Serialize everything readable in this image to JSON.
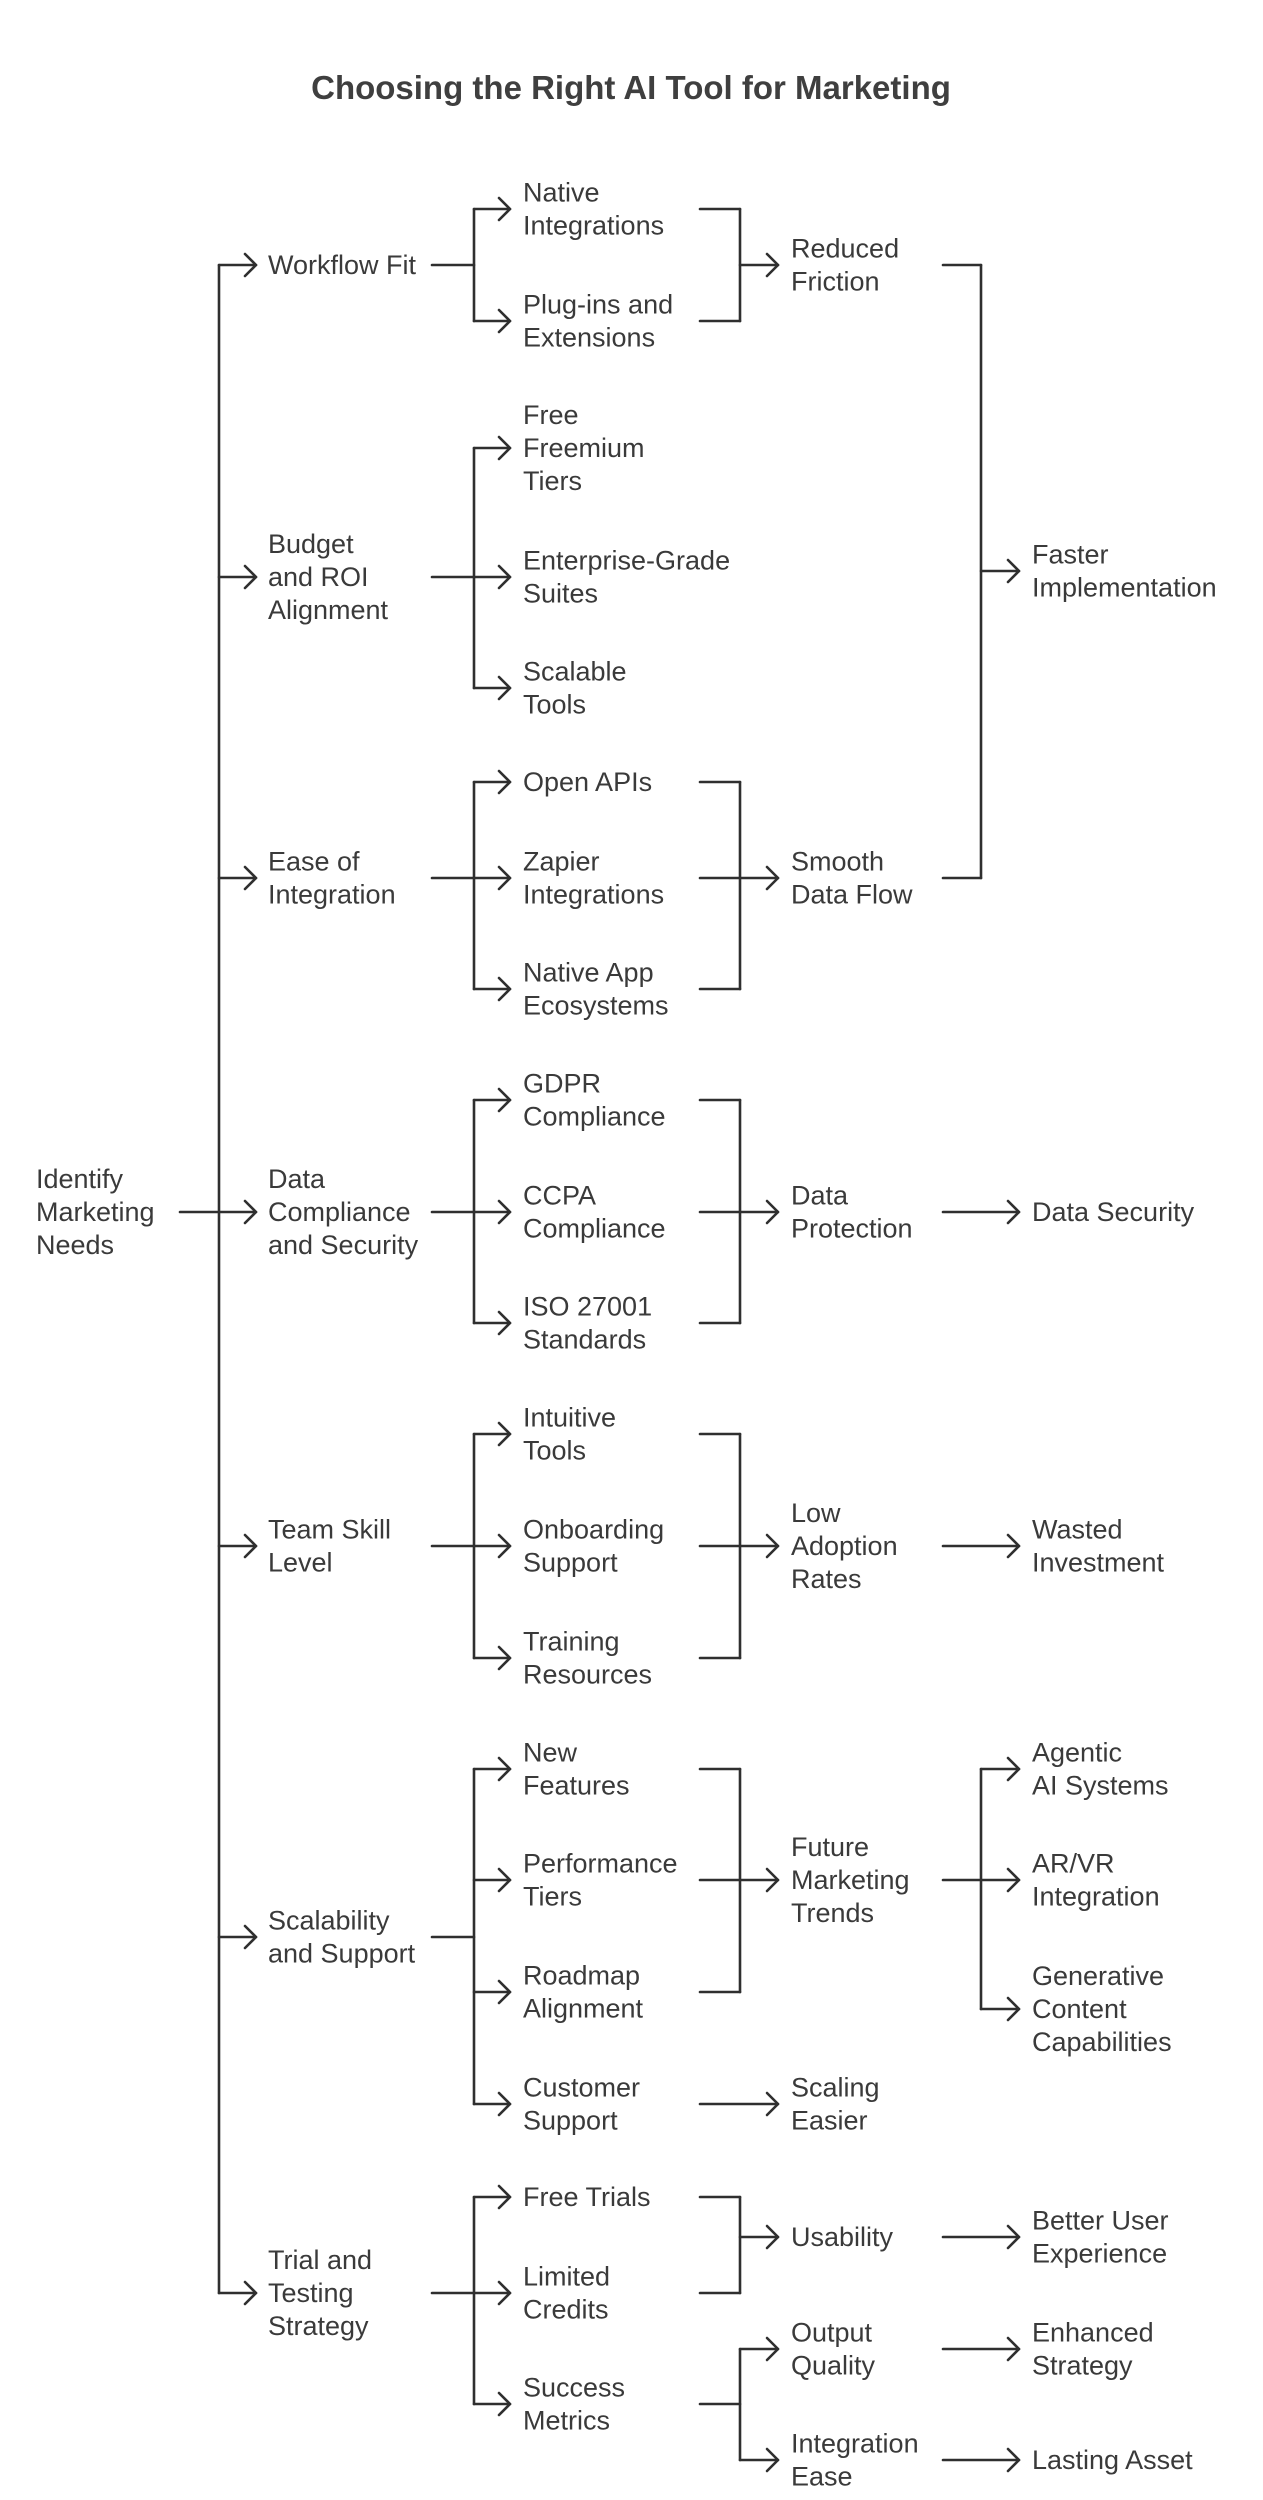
{
  "title": "Choosing the Right AI Tool for Marketing",
  "nodes": {
    "root": "Identify Marketing Needs",
    "workflow_fit": "Workflow Fit",
    "budget_roi": "Budget and ROI Alignment",
    "ease_integration": "Ease of Integration",
    "data_compliance": "Data Compliance and Security",
    "team_skill": "Team Skill Level",
    "scalability": "Scalability and Support",
    "trial_testing": "Trial and Testing Strategy",
    "native_integrations": "Native Integrations",
    "plugins_extensions": "Plug-ins and Extensions",
    "free_freemium": "Free Freemium Tiers",
    "enterprise_suites": "Enterprise-Grade Suites",
    "scalable_tools": "Scalable Tools",
    "open_apis": "Open APIs",
    "zapier": "Zapier Integrations",
    "native_app": "Native App Ecosystems",
    "gdpr": "GDPR Compliance",
    "ccpa": "CCPA Compliance",
    "iso": "ISO 27001 Standards",
    "intuitive_tools": "Intuitive Tools",
    "onboarding": "Onboarding Support",
    "training": "Training Resources",
    "new_features": "New Features",
    "performance_tiers": "Performance Tiers",
    "roadmap": "Roadmap Alignment",
    "customer_support": "Customer Support",
    "free_trials": "Free Trials",
    "limited_credits": "Limited Credits",
    "success_metrics": "Success Metrics",
    "reduced_friction": "Reduced Friction",
    "smooth_data_flow": "Smooth Data Flow",
    "data_protection": "Data Protection",
    "low_adoption": "Low Adoption Rates",
    "future_trends": "Future Marketing Trends",
    "scaling_easier": "Scaling Easier",
    "usability": "Usability",
    "output_quality": "Output Quality",
    "integration_ease": "Integration Ease",
    "faster_impl": "Faster Implementation",
    "data_security": "Data Security",
    "wasted_investment": "Wasted Investment",
    "agentic_ai": "Agentic AI Systems",
    "ar_vr": "AR/VR Integration",
    "generative_content": "Generative Content Capabilities",
    "better_ux": "Better User Experience",
    "enhanced_strategy": "Enhanced Strategy",
    "lasting_asset": "Lasting Asset"
  }
}
